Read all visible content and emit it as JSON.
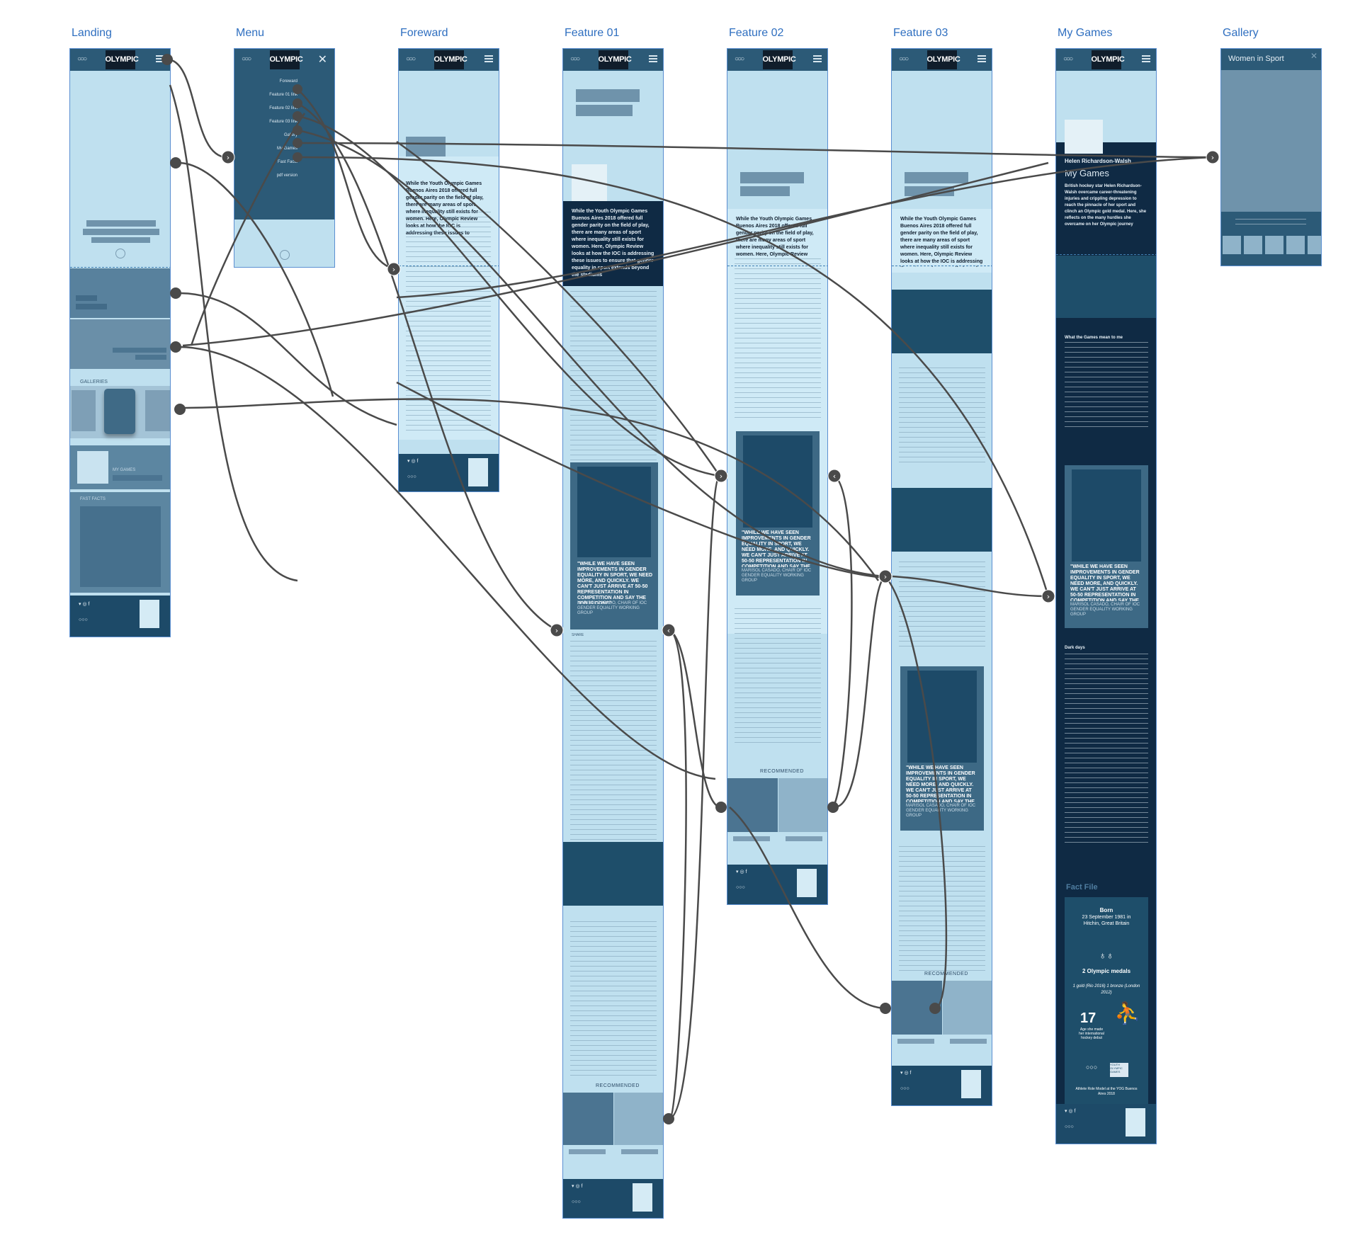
{
  "screens": [
    {
      "label": "Landing"
    },
    {
      "label": "Menu"
    },
    {
      "label": "Foreward"
    },
    {
      "label": "Feature 01"
    },
    {
      "label": "Feature 02"
    },
    {
      "label": "Feature 03"
    },
    {
      "label": "My Games"
    },
    {
      "label": "Gallery"
    }
  ],
  "brand": {
    "logo": "OLYMPIC",
    "rings": "○○○"
  },
  "landing": {
    "galleries": "GALLERIES",
    "my_games": "MY GAMES",
    "fast_facts": "FAST FACTS"
  },
  "menu": {
    "items": [
      "Foreward",
      "Feature 01 link",
      "Feature 02 link",
      "Feature 03 link",
      "Gallery",
      "My Games",
      "Fast Facts",
      "pdf version"
    ]
  },
  "intro": "While the Youth Olympic Games Buenos Aires 2018 offered full gender parity on the field of play, there are many areas of sport where inequality still exists for women. Here, Olympic Review looks at how the IOC is addressing these issues to ensure that gender equality in sport extends beyond the stadiums",
  "quote": "\"WHILE WE HAVE SEEN IMPROVEMENTS IN GENDER EQUALITY IN SPORT, WE NEED MORE, AND QUICKLY. WE CAN'T JUST ARRIVE AT 50-50 REPRESENTATION IN COMPETITION AND SAY THE JOB IS DONE\"",
  "quote_author": "MARISOL CASADO, CHAIR OF IOC GENDER EQUALITY WORKING GROUP",
  "recommended": "RECOMMENDED",
  "share": "SHARE",
  "my_games": {
    "name": "Helen Richardson-Walsh",
    "title": "My Games",
    "lede": "British hockey star Helen Richardson-Walsh overcame career-threatening injuries and crippling depression to reach the pinnacle of her sport and clinch an Olympic gold medal. Here, she reflects on the many hurdles she overcame on her Olympic journey",
    "section1": "What the Games mean to me",
    "section2": "Dark days",
    "fact_file": "Fact File",
    "born_label": "Born",
    "born_value": "23 September 1981 in Hitchin, Great Britain",
    "medals_label": "2 Olympic medals",
    "medals_detail": "1 gold (Rio 2016) 1 bronze (London 2012)",
    "age_number": "17",
    "age_text": "Age she made her international hockey debut",
    "role": "Athlete Role Model at the YOG Buenos Aires 2018",
    "yog_badge": "YOUTH OLYMPIC GAMES"
  },
  "gallery": {
    "title": "Women in Sport"
  },
  "colors": {
    "canvas": "#ffffff",
    "screen": "#bfe0ef",
    "header": "#2c5a77",
    "dark": "#0f2a44",
    "mid": "#1e4e6a",
    "wire": "#4a4a4a",
    "label": "#2f6fc0"
  }
}
